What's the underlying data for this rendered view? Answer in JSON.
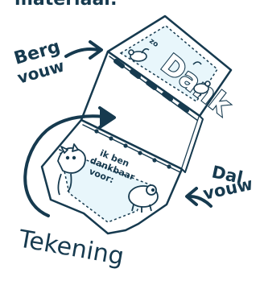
{
  "top_label": "materiaal:",
  "labels": {
    "berg_line1": "Berg",
    "berg_line2": "vouw",
    "dal_line1": "Dal",
    "dal_line2": "vouw",
    "tekening": "Tekening"
  },
  "card_text": {
    "top_small": "zo",
    "top_big": "Dank",
    "bottom_line1": "ik ben",
    "bottom_line2": "dankbaar",
    "bottom_line3": "voor:"
  },
  "colors": {
    "ink": "#163a4f",
    "accent": "#7fd0ea",
    "paper": "#ffffff"
  }
}
